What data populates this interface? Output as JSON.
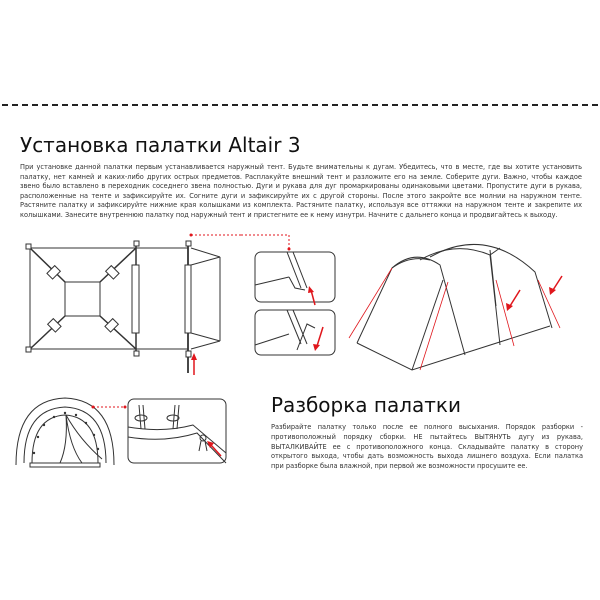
{
  "divider": {
    "style": "dashed"
  },
  "setup": {
    "title": "Установка палатки Altair 3",
    "body": "При установке данной палатки первым устанавливается наружный тент. Будьте внимательны к дугам. Убедитесь, что в месте, где вы хотите установить палатку, нет камней и каких-либо других острых предметов. Расплакуйте внешний тент и разложите его на земле. Соберите дуги. Важно, чтобы каждое звено было вставлено в переходник соседнего звена полностью. Дуги и рукава для дуг промаркированы одинаковыми цветами. Пропустите дуги в рукава, расположенные на тенте и зафиксируйте их. Согните дуги и зафиксируйте их с другой стороны. После этого закройте все молнии на наружном тенте. Растяните палатку и зафиксируйте нижние края колышками из комплекта. Растяните палатку, используя все оттяжки на наружном тенте и закрепите их колышками. Занесите внутреннюю палатку под наружный тент и пристегните ее к нему изнутри. Начните с дальнего конца и продвигайтесь к выходу."
  },
  "teardown": {
    "title": "Разборка палатки",
    "body": "Разбирайте палатку только после ее полного высыхания. Порядок разборки - противоположный порядку сборки. НЕ пытайтесь ВЫТЯНУТЬ дугу из рукава, ВЫТАЛКИВАЙТЕ ее с противоположного конца. Складывайте палатку в сторону открытого выхода, чтобы дать возможность выхода лишнего воздуха. Если палатка при разборке была влажной, при первой же возможности просушите ее."
  },
  "illustrations": {
    "floor_plan": "tent-floor-plan-diagram",
    "pole_insert_detail": "pole-insertion-detail",
    "pole_lock_detail": "pole-lock-detail",
    "tent_perspective": "tent-3d-view",
    "inner_tent_front": "inner-tent-front-view",
    "hook_detail": "inner-tent-hook-detail"
  },
  "colors": {
    "accent": "#e0161c",
    "line": "#222222",
    "text": "#333333"
  }
}
